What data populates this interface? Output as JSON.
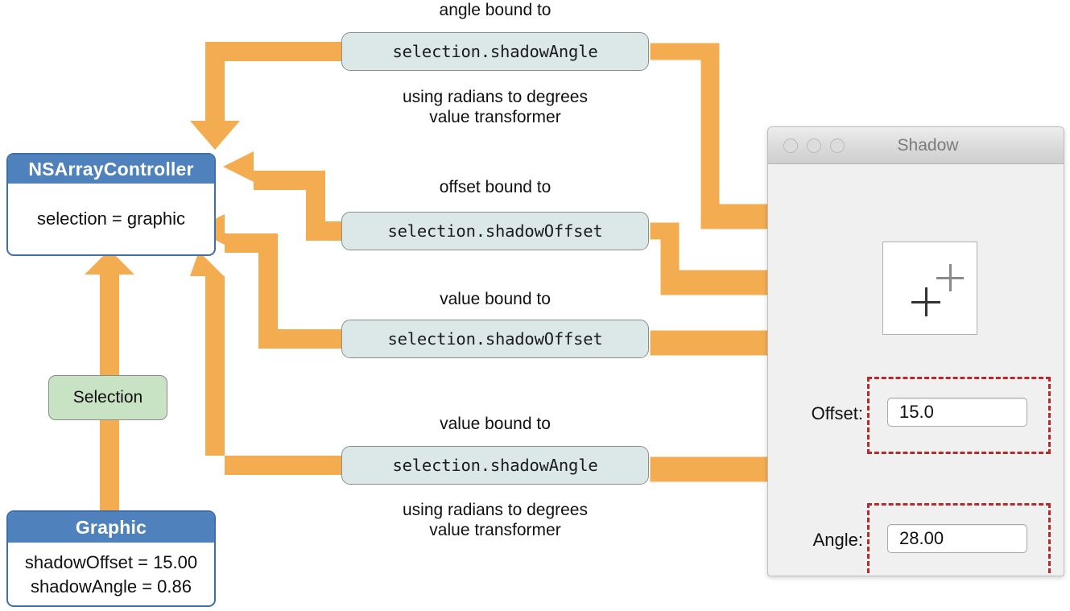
{
  "colors": {
    "arrow": "#F4AC50",
    "arrow_outline": "#FFFFFF",
    "object_header": "#4F81BD",
    "object_border": "#3F6FA8",
    "binding_fill": "#DCE8E8",
    "binding_border": "#8C8C8C",
    "selection_fill": "#C8E2C4",
    "highlight_dashed": "#B52A2A",
    "window_body": "#F0F0F0"
  },
  "nodes": {
    "array_controller": {
      "title": "NSArrayController",
      "body": [
        "selection = graphic"
      ]
    },
    "graphic": {
      "title": "Graphic",
      "body": [
        "shadowOffset = 15.00",
        "shadowAngle = 0.86"
      ]
    },
    "selection_label": "Selection"
  },
  "bindings": [
    {
      "id": "angle-binding-top",
      "caption_above": "angle bound to",
      "keypath": "selection.shadowAngle",
      "caption_below": "using radians to degrees\nvalue transformer"
    },
    {
      "id": "offset-binding",
      "caption_above": "offset bound to",
      "keypath": "selection.shadowOffset",
      "caption_below": ""
    },
    {
      "id": "offset-value-binding",
      "caption_above": "value bound to",
      "keypath": "selection.shadowOffset",
      "caption_below": ""
    },
    {
      "id": "angle-value-binding",
      "caption_above": "value bound to",
      "keypath": "selection.shadowAngle",
      "caption_below": "using radians to degrees\nvalue transformer"
    }
  ],
  "window": {
    "title": "Shadow",
    "traffic_lights": [
      "close-button",
      "minimize-button",
      "zoom-button"
    ],
    "preview": {
      "name": "shadow-preview",
      "shapes": [
        {
          "name": "shadow-cross",
          "color": "#8A8A8A"
        },
        {
          "name": "main-cross",
          "color": "#333333"
        }
      ]
    },
    "fields": [
      {
        "label": "Offset:",
        "value": "15.0",
        "name": "offset-field"
      },
      {
        "label": "Angle:",
        "value": "28.00",
        "name": "angle-field"
      }
    ]
  }
}
